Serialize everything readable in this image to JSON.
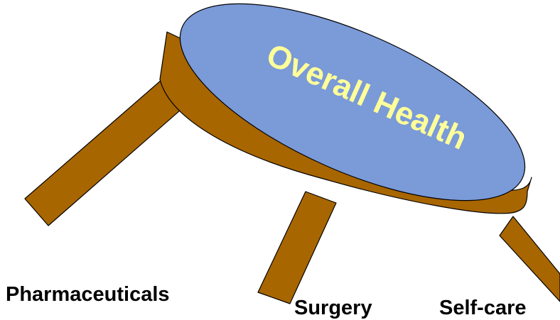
{
  "diagram": {
    "top_label": "Overall Health",
    "legs": [
      {
        "label": "Pharmaceuticals"
      },
      {
        "label": "Surgery"
      },
      {
        "label": "Self-care"
      }
    ]
  },
  "colors": {
    "seat_top": "#7a9ad8",
    "wood": "#a86600",
    "outline": "#000000",
    "top_text": "#ffff99",
    "label_text": "#000000"
  }
}
